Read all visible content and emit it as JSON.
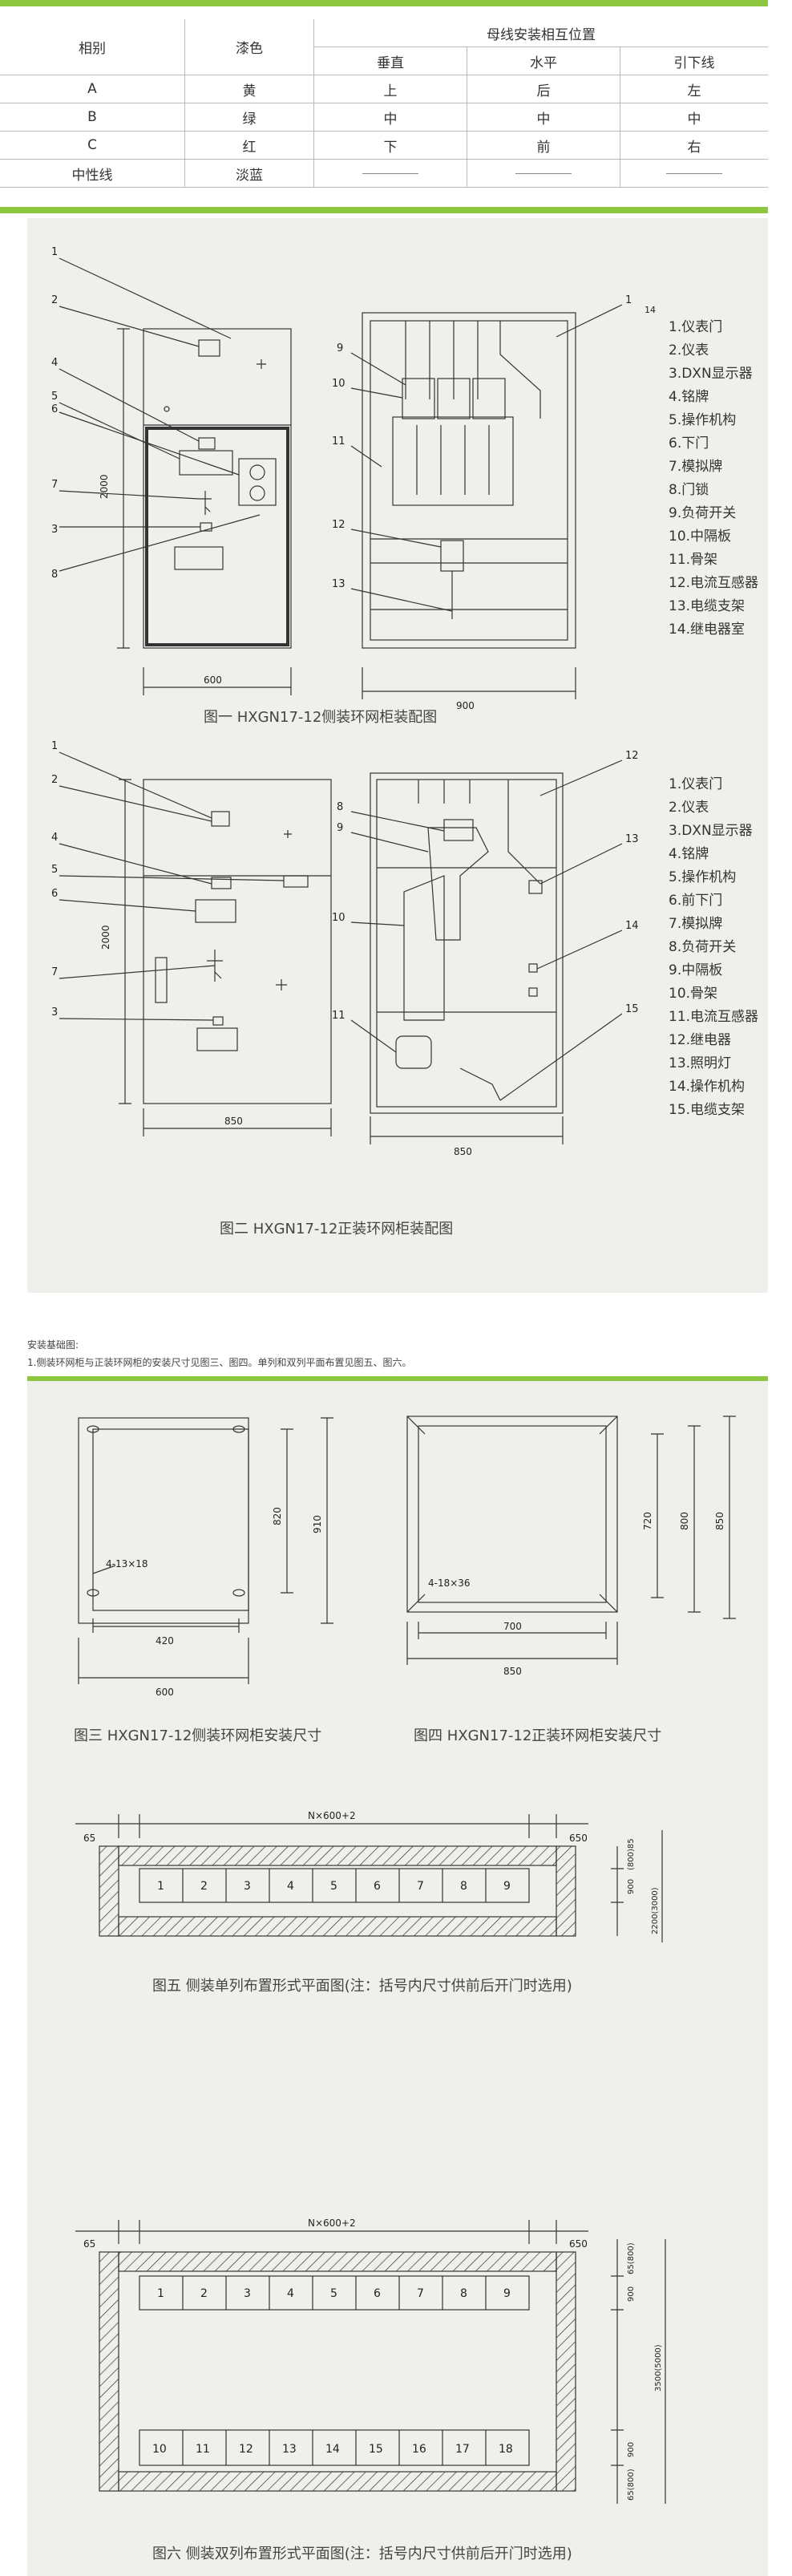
{
  "phase_table": {
    "headers": {
      "phase": "相别",
      "paint": "漆色",
      "group": "母线安装相互位置",
      "vertical": "垂直",
      "horizontal": "水平",
      "down": "引下线"
    },
    "rows": [
      [
        "A",
        "黄",
        "上",
        "后",
        "左"
      ],
      [
        "B",
        "绿",
        "中",
        "中",
        "中"
      ],
      [
        "C",
        "红",
        "下",
        "前",
        "右"
      ],
      [
        "中性线",
        "淡蓝",
        "",
        "",
        ""
      ]
    ]
  },
  "fig1": {
    "caption": "图一 HXGN17-12侧装环网柜装配图",
    "legend": [
      "1.仪表门",
      "2.仪表",
      "3.DXN显示器",
      "4.铭牌",
      "5.操作机构",
      "6.下门",
      "7.模拟牌",
      "8.门锁",
      "9.负荷开关",
      "10.中隔板",
      "11.骨架",
      "12.电流互感器",
      "13.电缆支架",
      "14.继电器室"
    ],
    "labels_front": [
      "1",
      "2",
      "4",
      "5",
      "6",
      "7",
      "3",
      "8"
    ],
    "labels_side": [
      "9",
      "10",
      "11",
      "12",
      "13",
      "1",
      "14"
    ],
    "dims": {
      "height": "2000",
      "width_front": "600",
      "width_side": "900"
    }
  },
  "fig2": {
    "caption": "图二 HXGN17-12正装环网柜装配图",
    "legend": [
      "1.仪表门",
      "2.仪表",
      "3.DXN显示器",
      "4.铭牌",
      "5.操作机构",
      "6.前下门",
      "7.模拟牌",
      "8.负荷开关",
      "9.中隔板",
      "10.骨架",
      "11.电流互感器",
      "12.继电器",
      "13.照明灯",
      "14.操作机构",
      "15.电缆支架"
    ],
    "labels_front": [
      "1",
      "2",
      "4",
      "5",
      "6",
      "7",
      "3"
    ],
    "labels_side": [
      "8",
      "9",
      "10",
      "11",
      "12",
      "13",
      "14",
      "15"
    ],
    "dims": {
      "height": "2000",
      "width_front": "850",
      "width_side": "850"
    }
  },
  "foundation": {
    "title": "安装基础图:",
    "note": "1.侧装环网柜与正装环网柜的安装尺寸见图三、图四。单列和双列平面布置见图五、图六。"
  },
  "fig3": {
    "caption": "图三 HXGN17-12侧装环网柜安装尺寸",
    "hole": "4-13×18",
    "dims": [
      "820",
      "910",
      "420",
      "600"
    ]
  },
  "fig4": {
    "caption": "图四 HXGN17-12正装环网柜安装尺寸",
    "hole": "4-18×36",
    "dims": [
      "720",
      "800",
      "850",
      "700",
      "850"
    ]
  },
  "fig5": {
    "caption": "图五 侧装单列布置形式平面图(注：括号内尺寸供前后开门时选用)",
    "top_dims": [
      "65",
      "N×600+2",
      "650"
    ],
    "right_dims": [
      "(800)85",
      "900",
      "2200(3000)"
    ],
    "cells": [
      "1",
      "2",
      "3",
      "4",
      "5",
      "6",
      "7",
      "8",
      "9"
    ]
  },
  "fig6": {
    "caption": "图六 侧装双列布置形式平面图(注：括号内尺寸供前后开门时选用)",
    "top_dims": [
      "65",
      "N×600+2",
      "650"
    ],
    "right_dims": [
      "65(800)",
      "900",
      "900",
      "3500(5000)",
      "65(800)"
    ],
    "row1": [
      "1",
      "2",
      "3",
      "4",
      "5",
      "6",
      "7",
      "8",
      "9"
    ],
    "row2": [
      "10",
      "11",
      "12",
      "13",
      "14",
      "15",
      "16",
      "17",
      "18"
    ]
  },
  "colors": {
    "accent": "#8dc63f",
    "panel_bg": "#eff0ec",
    "line": "#333333"
  }
}
